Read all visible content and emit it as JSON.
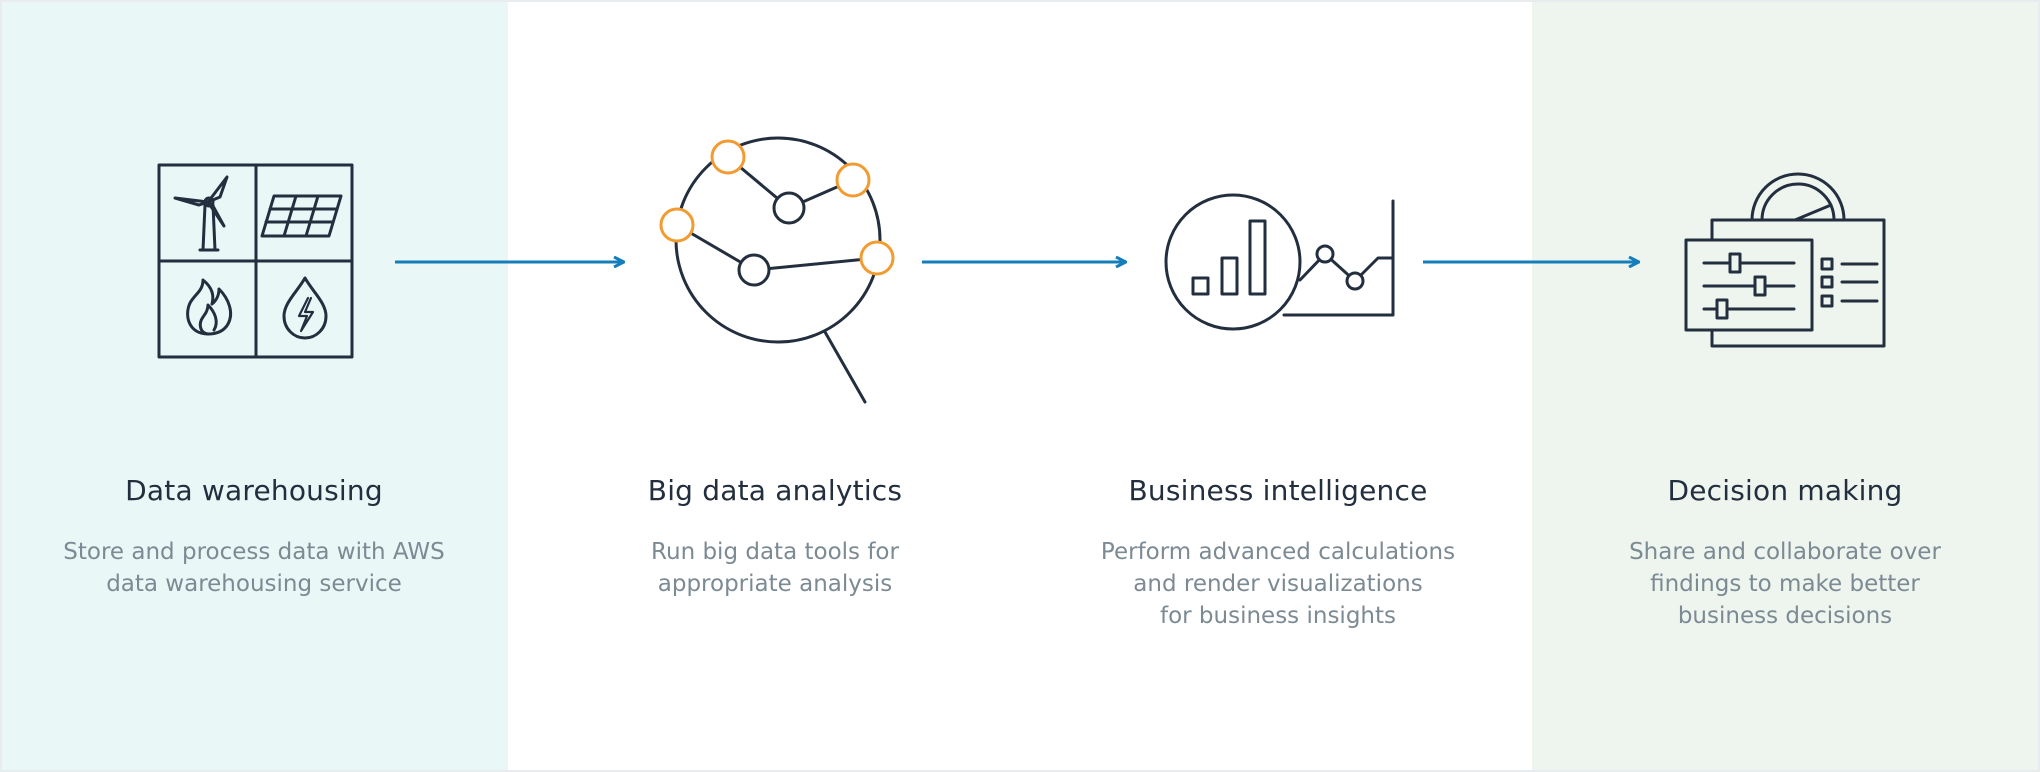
{
  "colors": {
    "left_panel": "#e9f7f7",
    "right_panel": "#eef4ee",
    "icon_stroke": "#232f3e",
    "accent_node": "#f29b30",
    "arrow": "#147eba",
    "title_text": "#232f3e",
    "desc_text": "#7c8a94"
  },
  "steps": [
    {
      "title": "Data warehousing",
      "description": "Store and process data with AWS\ndata warehousing service",
      "icon": "energy-grid-icon"
    },
    {
      "title": "Big data analytics",
      "description": "Run big data tools for\nappropriate analysis",
      "icon": "magnifier-network-icon"
    },
    {
      "title": "Business intelligence",
      "description": "Perform advanced calculations\nand render visualizations\nfor business insights",
      "icon": "chart-magnifier-icon"
    },
    {
      "title": "Decision making",
      "description": "Share and collaborate over\nfindings to make better\nbusiness decisions",
      "icon": "dashboard-controls-icon"
    }
  ]
}
